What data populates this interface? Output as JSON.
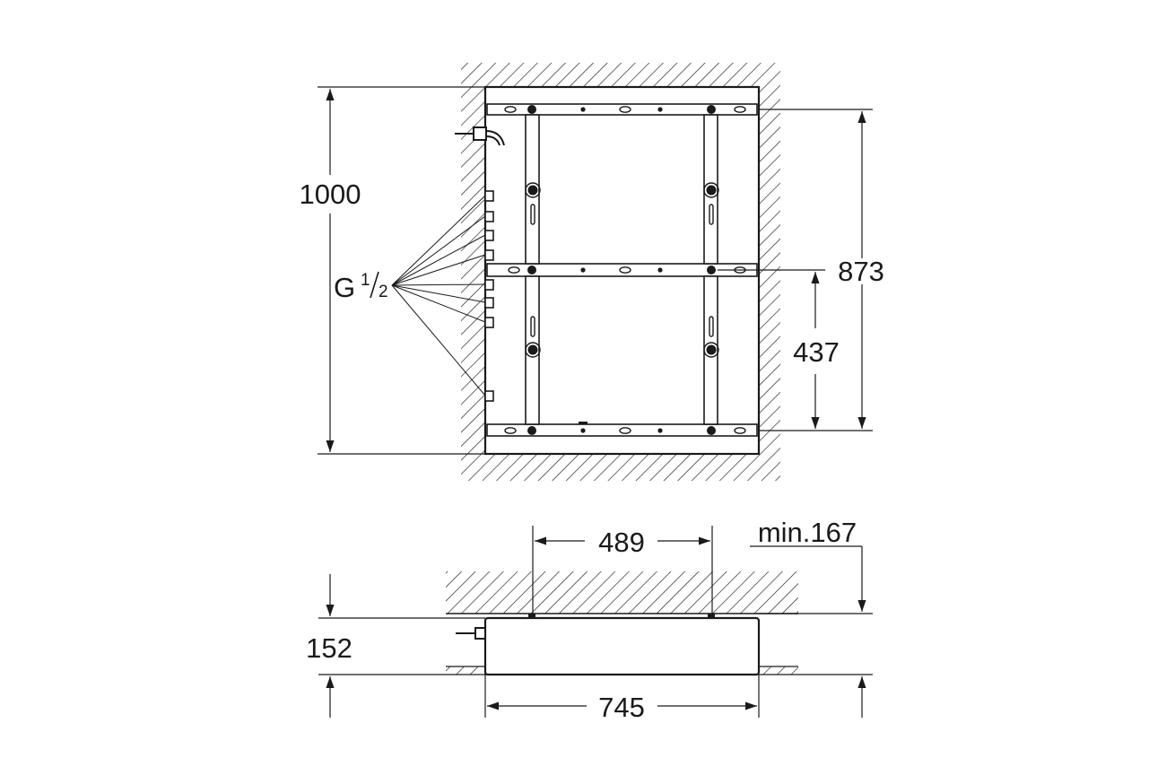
{
  "plan_view": {
    "dim_height": "1000",
    "dim_rail_span": "873",
    "dim_rail_half": "437",
    "connection": {
      "prefix": "G",
      "numerator": "1",
      "denominator": "2"
    }
  },
  "side_view": {
    "dim_mount_spacing": "489",
    "dim_min_clearance": "min.167",
    "dim_depth": "152",
    "dim_width": "745"
  }
}
